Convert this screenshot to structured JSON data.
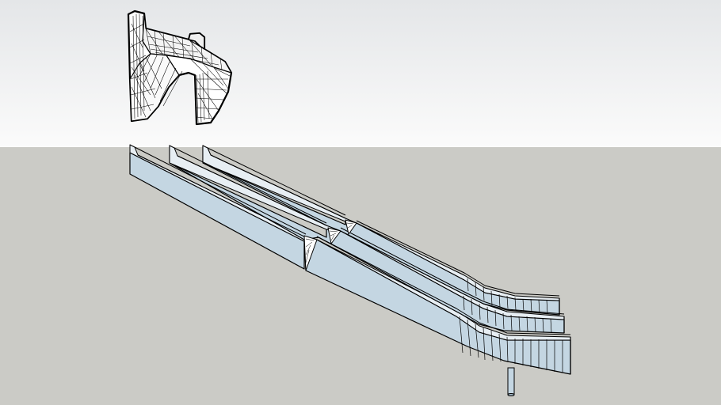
{
  "scene": {
    "colors": {
      "sky_top": "#e4e6e8",
      "sky_bottom": "#fbfbfb",
      "ground": "#cbcbc6",
      "model_face": "#c4d6e2",
      "model_top": "#e7eef3",
      "model_shadow": "#9fb3c2",
      "edge": "#000000",
      "mesh_fill": "#ffffff"
    },
    "objects": [
      {
        "name": "bracket-model",
        "kind": "wireframe-mesh"
      },
      {
        "name": "rail-model",
        "kind": "triple-channel-rail"
      },
      {
        "name": "support-post",
        "kind": "cylinder"
      }
    ]
  }
}
